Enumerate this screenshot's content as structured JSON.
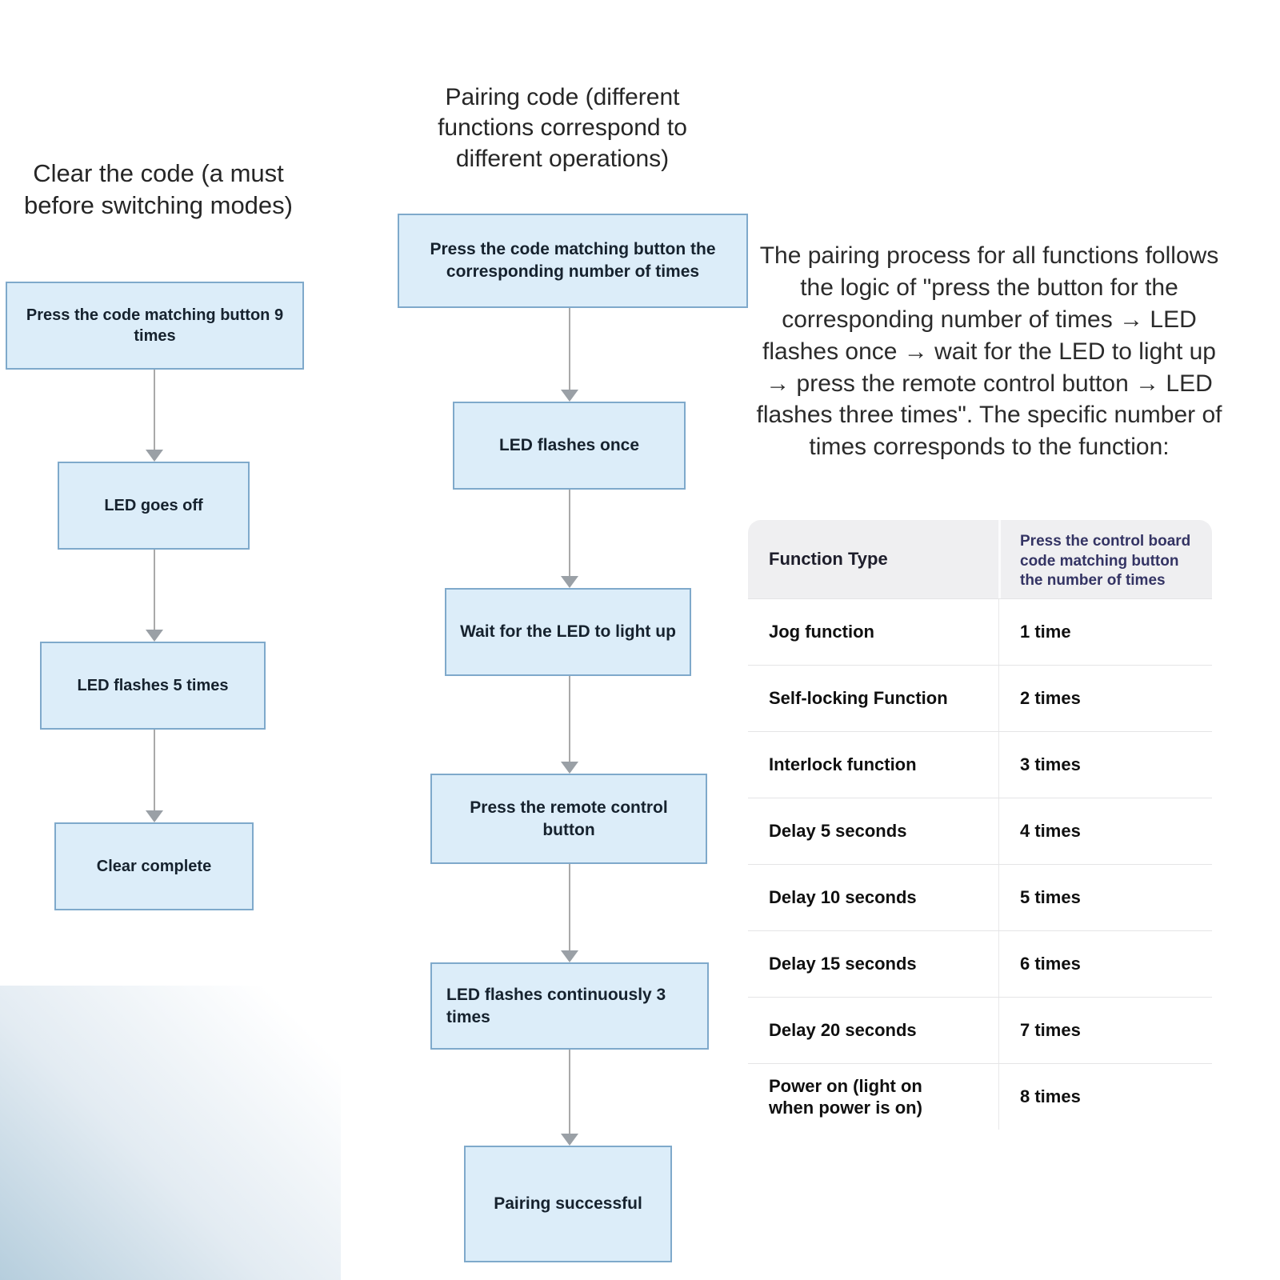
{
  "left_flow": {
    "title": "Clear the code (a must before switching modes)",
    "steps": [
      "Press the code matching button 9 times",
      "LED goes off",
      "LED flashes 5 times",
      "Clear complete"
    ]
  },
  "middle_flow": {
    "title": "Pairing code (different functions correspond to different operations)",
    "steps": [
      "Press the code matching button the corresponding number of times",
      "LED flashes once",
      "Wait for the LED to light up",
      "Press the remote control button",
      "LED flashes continuously 3 times",
      "Pairing successful"
    ]
  },
  "right_panel": {
    "paragraph": "The pairing process for all functions follows the logic of \"press the button for the corresponding number of times → LED flashes once → wait for the LED to light up → press the remote control button → LED flashes three times\". The specific number of times corresponds to the function:",
    "table": {
      "headers": [
        "Function Type",
        "Press the control board code matching button the number of times"
      ],
      "rows": [
        [
          "Jog function",
          "1 time"
        ],
        [
          "Self-locking Function",
          "2 times"
        ],
        [
          "Interlock function",
          "3 times"
        ],
        [
          "Delay 5 seconds",
          "4 times"
        ],
        [
          "Delay 10 seconds",
          "5 times"
        ],
        [
          "Delay 15 seconds",
          "6 times"
        ],
        [
          "Delay 20 seconds",
          "7 times"
        ],
        [
          "Power on (light on when power is on)",
          "8 times"
        ]
      ]
    }
  },
  "colors": {
    "box_fill": "#dcedf9",
    "box_border": "#7fa9cb",
    "arrow": "#9aa0a6",
    "table_header_bg": "#efeff1",
    "table_header_accent_text": "#343464",
    "corner_gradient": "#b6cedd"
  }
}
